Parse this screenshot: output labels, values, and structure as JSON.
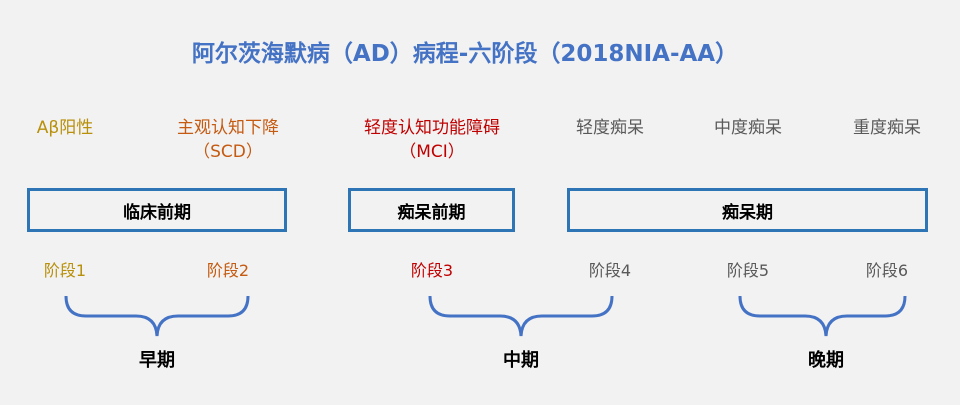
{
  "title": "阿尔茨海默病（AD）病程-六阶段（2018NIA-AA）",
  "top_labels": [
    {
      "line1": "Aβ阳性",
      "line2": ""
    },
    {
      "line1": "主观认知下降",
      "line2": "（SCD）"
    },
    {
      "line1": "轻度认知功能障碍",
      "line2": "（MCI）"
    },
    {
      "line1": "轻度痴呆",
      "line2": ""
    },
    {
      "line1": "中度痴呆",
      "line2": ""
    },
    {
      "line1": "重度痴呆",
      "line2": ""
    }
  ],
  "phases": [
    "临床前期",
    "痴呆前期",
    "痴呆期"
  ],
  "stages": [
    "阶段1",
    "阶段2",
    "阶段3",
    "阶段4",
    "阶段5",
    "阶段6"
  ],
  "eras": [
    "早期",
    "中期",
    "晚期"
  ],
  "colors": {
    "title": "#4472c4",
    "gold": "#b8900a",
    "orange": "#c55a11",
    "red": "#c00000",
    "gray": "#595959",
    "box": "#2e75b6",
    "brace": "#4472c4"
  }
}
